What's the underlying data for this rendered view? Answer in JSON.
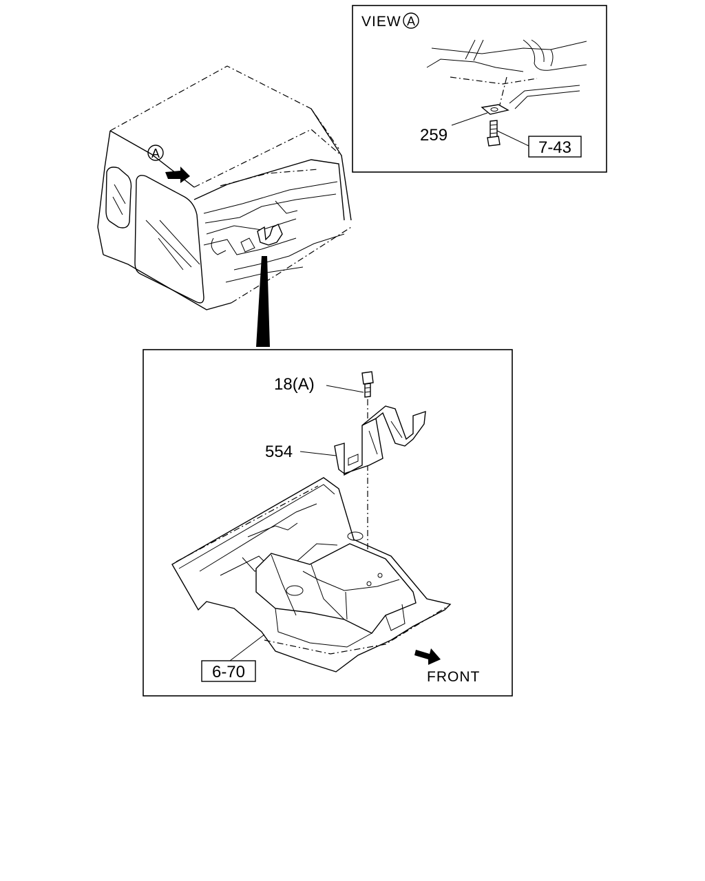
{
  "view_label": "VIEW",
  "view_marker": "A",
  "cab_marker": "A",
  "parts": {
    "p259": "259",
    "p743": "7-43",
    "p18a": "18(A)",
    "p554": "554",
    "p670": "6-70"
  },
  "front_label": "FRONT"
}
